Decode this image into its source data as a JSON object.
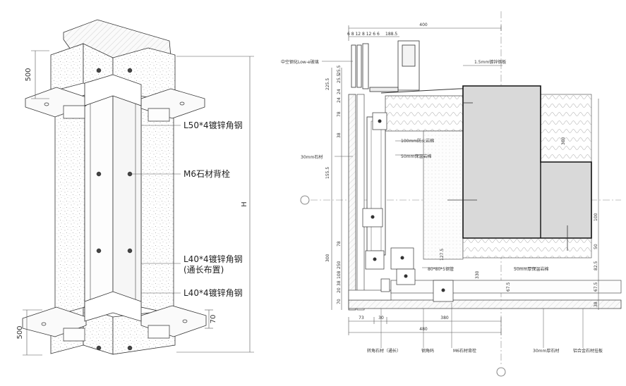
{
  "left": {
    "labels": {
      "angle_top": "L50*4镀锌角钢",
      "bolt": "M6石材背栓",
      "angle_mid_line1": "L40*4镀锌角钢",
      "angle_mid_line2": "(通长布置)",
      "angle_bot": "L40*4镀锌角钢"
    },
    "dims": {
      "top": "500",
      "bottom": "500",
      "height": "H",
      "small": "70"
    }
  },
  "right": {
    "top_dims": {
      "total": "400",
      "chain": "6 8 12 8 12 6 6",
      "right": "188.5"
    },
    "notes": {
      "glass": "中空钢化Low-e玻璃",
      "steel_plate": "1.5mm镀锌钢板",
      "fire_rock": "100mm防火岩棉",
      "insul_rock": "50mm保温岩棉",
      "stone": "30mm石材",
      "tube": "80*80*5钢管",
      "insul_board": "50mm厚保温岩棉"
    },
    "left_dims": [
      "25.5",
      "24",
      "25.5",
      "225.5",
      "78",
      "24",
      "38",
      "155.5",
      "300",
      "250",
      "108",
      "38",
      "78",
      "20",
      "70"
    ],
    "mid_dims": [
      "127.5",
      "330",
      "67.5"
    ],
    "right_dims": [
      "300",
      "100",
      "50",
      "82.5",
      "67.5",
      "38"
    ],
    "bottom_dims": {
      "a": "73",
      "b": "30",
      "c": "380",
      "total": "480"
    },
    "bottom_labels": {
      "corner_stone": "转角石材（通长）",
      "steel_code": "钢角码",
      "bolt": "M6石材背栓",
      "stone": "30mm厚石材",
      "alu": "铝合金石材挂板"
    }
  }
}
